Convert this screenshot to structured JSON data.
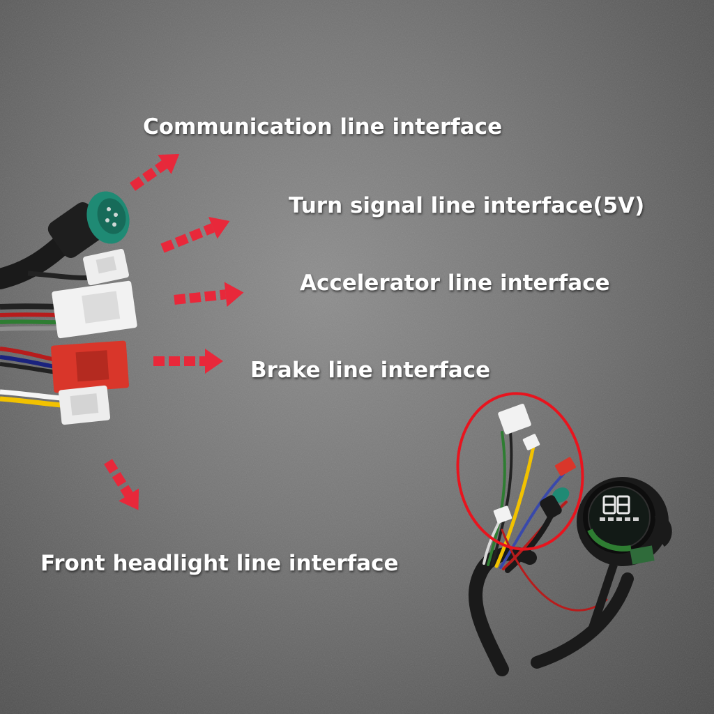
{
  "labels": {
    "communication": "Communication line interface",
    "turn_signal": "Turn signal line interface(5V)",
    "accelerator": "Accelerator line interface",
    "brake": "Brake line interface",
    "front_headlight": "Front headlight line interface"
  },
  "colors": {
    "arrow": "#e8283a",
    "highlight_circle": "#e8141e",
    "connector_green": "#1f8a74",
    "connector_white": "#f2f2f2",
    "connector_red": "#d9362a"
  }
}
